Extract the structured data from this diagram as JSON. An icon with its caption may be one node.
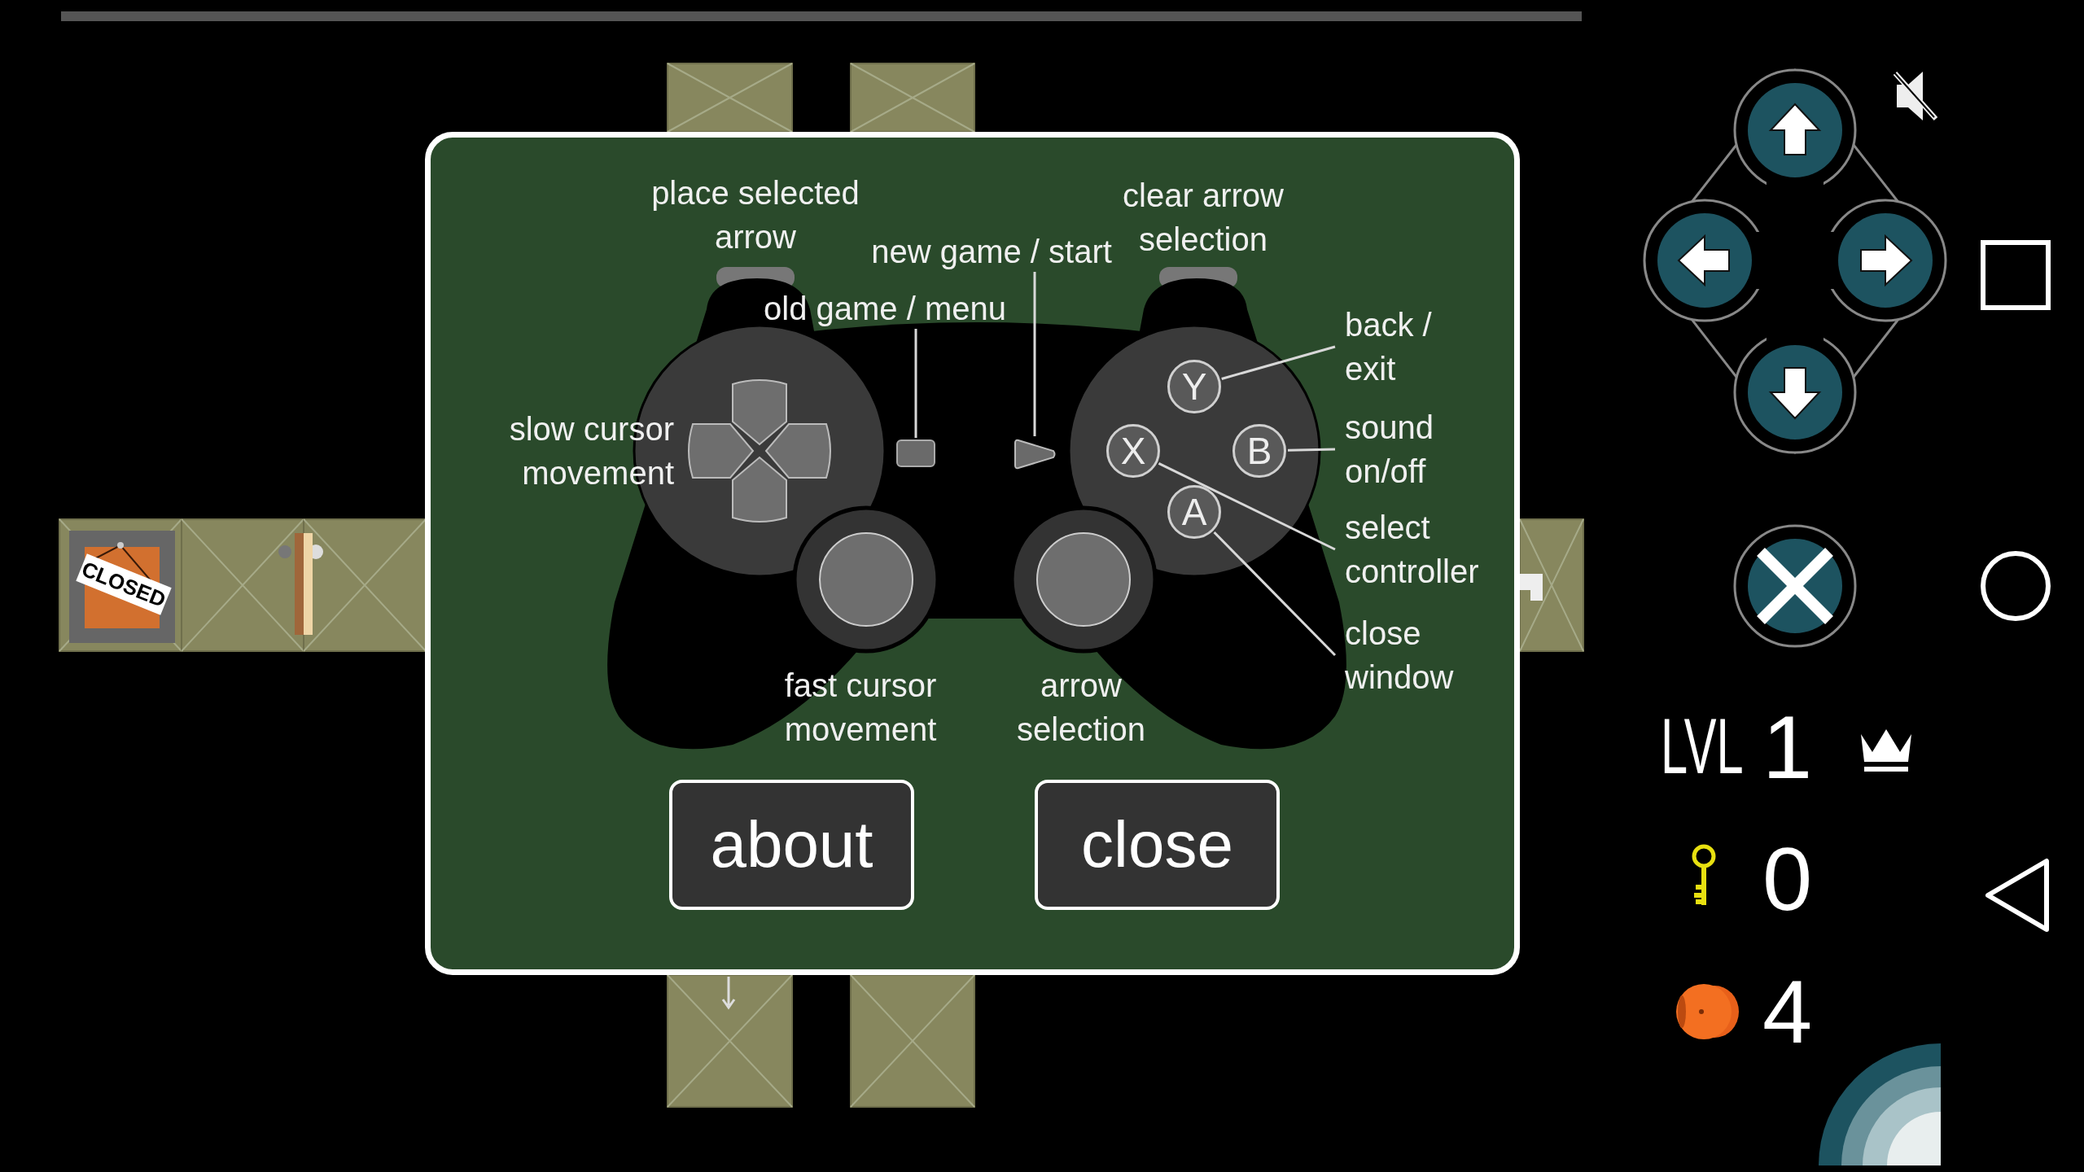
{
  "diagram": {
    "nodes": [
      {
        "text": [
          "old game / menu"
        ]
      },
      {
        "text": [
          "new game / start"
        ]
      },
      {
        "text": [],
        "shape": "box"
      },
      {
        "text": [],
        "shape": "triangle"
      },
      {
        "text": [
          "back / exit"
        ]
      },
      {
        "text": [
          "Y"
        ]
      },
      {
        "text": [
          "X"
        ]
      },
      {
        "text": [
          "B"
        ]
      },
      {
        "text": [
          "sound on/off"
        ]
      },
      {
        "text": [
          "select controller"
        ]
      },
      {
        "text": [
          "A"
        ]
      },
      {
        "text": [
          "close window"
        ]
      },
      {
        "text": [
          "about"
        ]
      },
      {
        "text": [
          "close"
        ]
      }
    ],
    "edges": [
      {
        "from": 0,
        "to": 2,
        "arrow": "none"
      },
      {
        "from": 1,
        "to": 3,
        "arrow": "none"
      },
      {
        "from": 4,
        "to": 5,
        "arrow": "none"
      },
      {
        "from": 8,
        "to": 7,
        "arrow": "none"
      },
      {
        "from": 9,
        "to": 6,
        "arrow": "none"
      },
      {
        "from": 11,
        "to": 10,
        "arrow": "none"
      }
    ],
    "labels": [
      "place selected arrow",
      "clear arrow selection",
      "slow cursor movement",
      "CLOSED",
      "fast cursor movement",
      "arrow selection",
      "LVL",
      "1",
      "0",
      "4"
    ]
  }
}
